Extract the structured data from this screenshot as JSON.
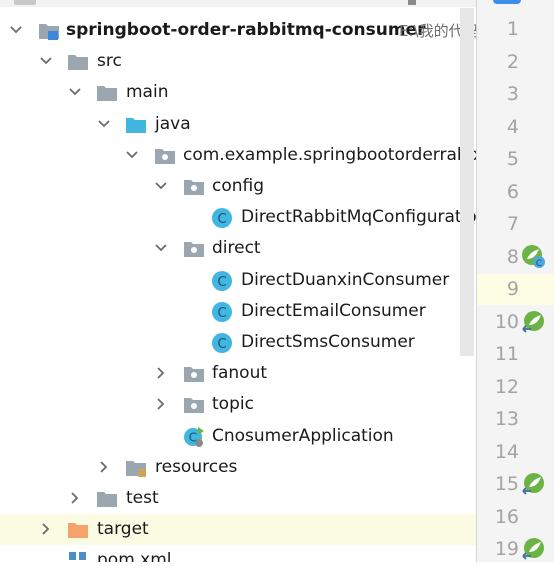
{
  "tree": {
    "items": [
      {
        "label": "springboot-order-rabbitmq-consumer",
        "path": "E:\\我的代码",
        "icon": "module-folder-icon",
        "expanded": true,
        "bold": true
      },
      {
        "label": "src",
        "icon": "folder-icon",
        "expanded": true
      },
      {
        "label": "main",
        "icon": "folder-icon",
        "expanded": true
      },
      {
        "label": "java",
        "icon": "source-folder-icon",
        "expanded": true
      },
      {
        "label": "com.example.springbootorderrabbit",
        "icon": "package-icon",
        "expanded": true
      },
      {
        "label": "config",
        "icon": "package-icon",
        "expanded": true
      },
      {
        "label": "DirectRabbitMqConfiguration",
        "icon": "class-icon"
      },
      {
        "label": "direct",
        "icon": "package-icon",
        "expanded": true
      },
      {
        "label": "DirectDuanxinConsumer",
        "icon": "class-icon"
      },
      {
        "label": "DirectEmailConsumer",
        "icon": "class-icon"
      },
      {
        "label": "DirectSmsConsumer",
        "icon": "class-icon"
      },
      {
        "label": "fanout",
        "icon": "package-icon",
        "expanded": false
      },
      {
        "label": "topic",
        "icon": "package-icon",
        "expanded": false
      },
      {
        "label": "CnosumerApplication",
        "icon": "spring-boot-class-icon"
      },
      {
        "label": "resources",
        "icon": "resources-folder-icon",
        "expanded": false
      },
      {
        "label": "test",
        "icon": "folder-icon",
        "expanded": false
      },
      {
        "label": "target",
        "icon": "excluded-folder-icon",
        "expanded": false
      },
      {
        "label": "pom.xml",
        "icon": "maven-file-icon"
      }
    ]
  },
  "gutter": {
    "line_numbers": [
      "1",
      "2",
      "3",
      "4",
      "5",
      "6",
      "7",
      "8",
      "9",
      "10",
      "11",
      "12",
      "13",
      "14",
      "15",
      "16",
      "19"
    ],
    "highlighted_line": "9",
    "markers": [
      {
        "line": "8",
        "icon": "spring-bean-config-icon"
      },
      {
        "line": "10",
        "icon": "spring-bean-navigate-icon"
      },
      {
        "line": "15",
        "icon": "spring-bean-navigate-icon"
      },
      {
        "line": "19",
        "icon": "spring-bean-navigate-icon"
      }
    ]
  },
  "colors": {
    "folder": "#9aa7b0",
    "source_folder": "#40b6e0",
    "class_circle": "#40b6e0",
    "excluded_folder": "#f4a46a",
    "highlight_row": "#fbfbe4",
    "spring_green": "#6cb345"
  }
}
